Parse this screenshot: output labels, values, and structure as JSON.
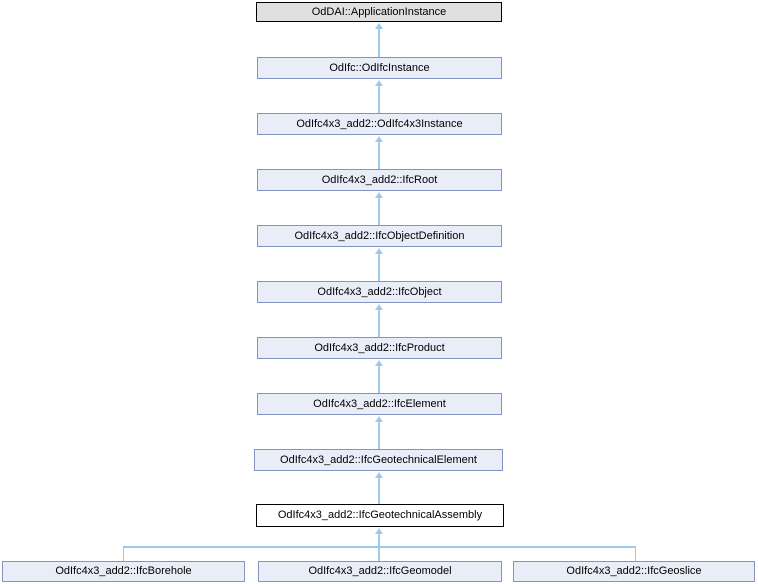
{
  "diagram": {
    "kind": "class-inheritance-graph",
    "nodes": [
      {
        "label": "OdDAI::ApplicationInstance",
        "style": "external"
      },
      {
        "label": "OdIfc::OdIfcInstance",
        "style": "class"
      },
      {
        "label": "OdIfc4x3_add2::OdIfc4x3Instance",
        "style": "class"
      },
      {
        "label": "OdIfc4x3_add2::IfcRoot",
        "style": "class"
      },
      {
        "label": "OdIfc4x3_add2::IfcObjectDefinition",
        "style": "class"
      },
      {
        "label": "OdIfc4x3_add2::IfcObject",
        "style": "class"
      },
      {
        "label": "OdIfc4x3_add2::IfcProduct",
        "style": "class"
      },
      {
        "label": "OdIfc4x3_add2::IfcElement",
        "style": "class"
      },
      {
        "label": "OdIfc4x3_add2::IfcGeotechnicalElement",
        "style": "class"
      },
      {
        "label": "OdIfc4x3_add2::IfcGeotechnicalAssembly",
        "style": "current"
      },
      {
        "label": "OdIfc4x3_add2::IfcBorehole",
        "style": "class"
      },
      {
        "label": "OdIfc4x3_add2::IfcGeomodel",
        "style": "class"
      },
      {
        "label": "OdIfc4x3_add2::IfcGeoslice",
        "style": "class"
      }
    ],
    "edges": "each child points upward to its parent with a light-blue arrow",
    "colors": {
      "background": "#ffffff",
      "node_fill": "#e9edf7",
      "node_border": "#8494c0",
      "external_fill": "#e0e0e0",
      "external_border": "#000000",
      "current_fill": "#ffffff",
      "current_border": "#000000",
      "edge": "#9dc9ea",
      "text": "#000000"
    }
  }
}
